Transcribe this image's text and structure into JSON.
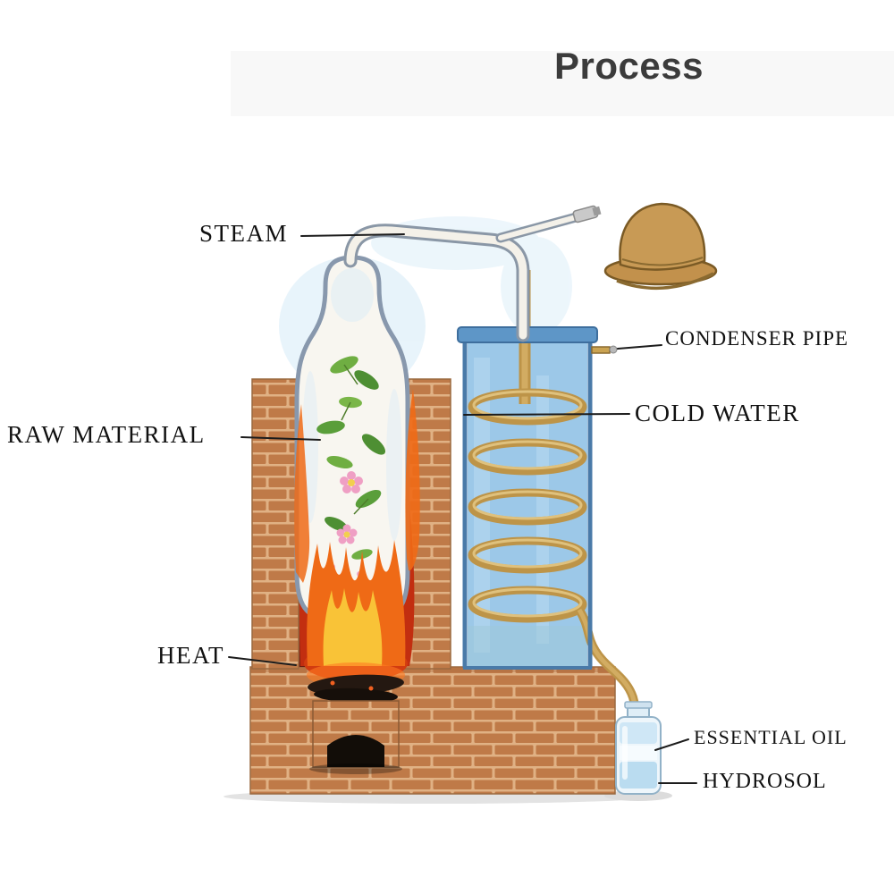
{
  "title": "Process",
  "labels": {
    "steam": "STEAM",
    "condenser_pipe": "CONDENSER PIPE",
    "cold_water": "COLD WATER",
    "raw_material": "RAW MATERIAL",
    "heat": "HEAT",
    "essential_oil": "ESSENTIAL OIL",
    "hydrosol": "HYDROSOL"
  },
  "colors": {
    "brick": "#bf7a48",
    "brick_mortar": "#e0b184",
    "flame_red": "#d23c10",
    "flame_orange": "#ef6a16",
    "flame_yellow": "#f9c337",
    "water": "#9cc8e8",
    "coil": "#bd9448",
    "still_outline": "#8898ad",
    "leaf_green": "#5a9e3a",
    "flower_pink": "#ef9fc4",
    "hat_tan": "#c89a55",
    "label_text": "#111111",
    "title_text": "#3b3b3b"
  }
}
